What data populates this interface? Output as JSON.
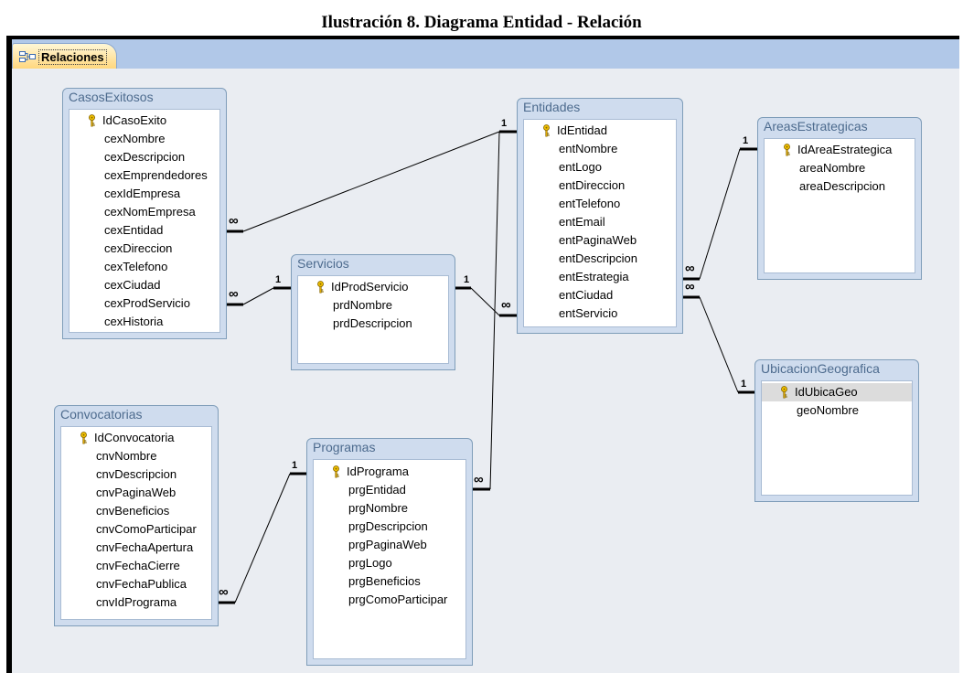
{
  "caption": "Ilustración 8. Diagrama Entidad - Relación",
  "tab": {
    "label": "Relaciones",
    "icon": "relationships-icon"
  },
  "tables": {
    "casos": {
      "title": "CasosExitosos",
      "fields": [
        "IdCasoExito",
        "cexNombre",
        "cexDescripcion",
        "cexEmprendedores",
        "cexIdEmpresa",
        "cexNomEmpresa",
        "cexEntidad",
        "cexDireccion",
        "cexTelefono",
        "cexCiudad",
        "cexProdServicio",
        "cexHistoria"
      ]
    },
    "servicios": {
      "title": "Servicios",
      "fields": [
        "IdProdServicio",
        "prdNombre",
        "prdDescripcion"
      ]
    },
    "entidades": {
      "title": "Entidades",
      "fields": [
        "IdEntidad",
        "entNombre",
        "entLogo",
        "entDireccion",
        "entTelefono",
        "entEmail",
        "entPaginaWeb",
        "entDescripcion",
        "entEstrategia",
        "entCiudad",
        "entServicio"
      ]
    },
    "areas": {
      "title": "AreasEstrategicas",
      "fields": [
        "IdAreaEstrategica",
        "areaNombre",
        "areaDescripcion"
      ]
    },
    "ubicacion": {
      "title": "UbicacionGeografica",
      "fields": [
        "IdUbicaGeo",
        "geoNombre"
      ]
    },
    "convocatorias": {
      "title": "Convocatorias",
      "fields": [
        "IdConvocatoria",
        "cnvNombre",
        "cnvDescripcion",
        "cnvPaginaWeb",
        "cnvBeneficios",
        "cnvComoParticipar",
        "cnvFechaApertura",
        "cnvFechaCierre",
        "cnvFechaPublica",
        "cnvIdPrograma"
      ]
    },
    "programas": {
      "title": "Programas",
      "fields": [
        "IdPrograma",
        "prgEntidad",
        "prgNombre",
        "prgDescripcion",
        "prgPaginaWeb",
        "prgLogo",
        "prgBeneficios",
        "prgComoParticipar"
      ]
    }
  },
  "cardinality": {
    "one": "1",
    "many": "∞"
  },
  "colors": {
    "canvas": "#eaedf2",
    "table_frame": "#cfdcee",
    "title_text": "#4d6b8e",
    "tabstrip": "#b1c8e8",
    "selected_row": "#dcdcdc"
  }
}
